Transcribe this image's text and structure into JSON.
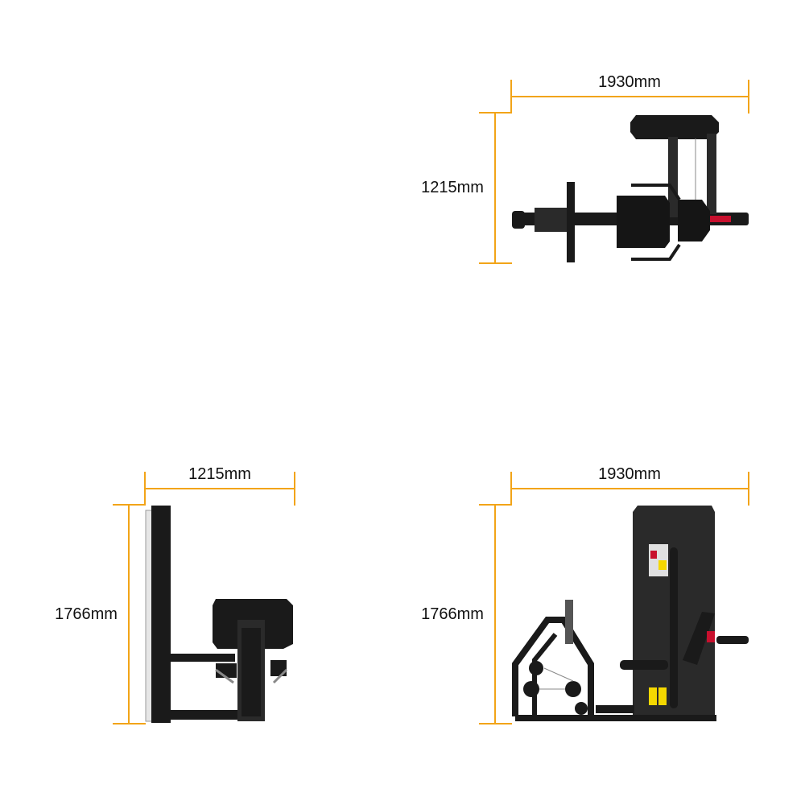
{
  "colors": {
    "dimension_line": "#F2A418",
    "machine_dark": "#1a1a1a",
    "machine_mid": "#3a3a3a",
    "frame_light": "#e6e6e6",
    "accent_red": "#c8102e",
    "sticker_yellow": "#f5d800"
  },
  "views": {
    "top": {
      "width_label": "1930mm",
      "depth_label": "1215mm"
    },
    "side": {
      "width_label": "1215mm",
      "height_label": "1766mm"
    },
    "front": {
      "width_label": "1930mm",
      "height_label": "1766mm"
    }
  }
}
